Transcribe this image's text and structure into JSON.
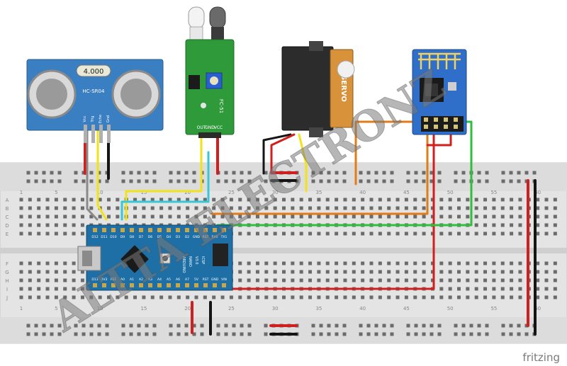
{
  "diagram": {
    "watermark": "ALTTA ELECTRONZ",
    "brand": "fritzing",
    "components": {
      "ultrasonic": {
        "display": "4.000",
        "model": "HC-SR04",
        "pins": [
          "Vcc",
          "Trig",
          "Echo",
          "Gnd"
        ]
      },
      "ir_sensor": {
        "model": "FC-51",
        "pins": [
          "OUT",
          "GND",
          "VCC"
        ]
      },
      "servo": {
        "label": "SERVO"
      },
      "arduino": {
        "top_pins": [
          "D12",
          "D11",
          "D10",
          "D9",
          "D8",
          "D7",
          "D6",
          "D5",
          "D4",
          "D3",
          "D2",
          "GND",
          "RST",
          "RX0",
          "TX1"
        ],
        "bottom_pins": [
          "D13",
          "3V3",
          "REF",
          "A0",
          "A1",
          "A2",
          "A3",
          "A4",
          "A5",
          "A6",
          "A7",
          "5V",
          "RST",
          "GND",
          "VIN"
        ],
        "labels": [
          "ARDUINO",
          "NANO",
          "V3.0",
          "ICSP"
        ]
      }
    },
    "breadboard": {
      "column_numbers_top": [
        "1",
        "5",
        "10",
        "15",
        "20",
        "25",
        "30",
        "35",
        "40",
        "45",
        "50",
        "55",
        "60"
      ],
      "column_numbers_bottom": [
        "1",
        "5",
        "10",
        "15",
        "20",
        "25",
        "30",
        "35",
        "40",
        "45",
        "50",
        "55",
        "60"
      ],
      "row_letters_top": [
        "A",
        "B",
        "C",
        "D",
        "E"
      ],
      "row_letters_bottom": [
        "F",
        "G",
        "H",
        "I",
        "J"
      ]
    }
  },
  "colors": {
    "board": "#e6e6e6",
    "module_blue": "#3a7fc1",
    "ir_green": "#2e9a3a",
    "arduino_blue": "#1d6fa5",
    "wire_red": "#d11f1f",
    "wire_black": "#151515",
    "wire_yellow": "#f2e21b",
    "wire_orange": "#e07c1a",
    "wire_green": "#2fbf3a",
    "wire_gray": "#8a8a8a",
    "wire_cyan": "#36c8d8"
  }
}
